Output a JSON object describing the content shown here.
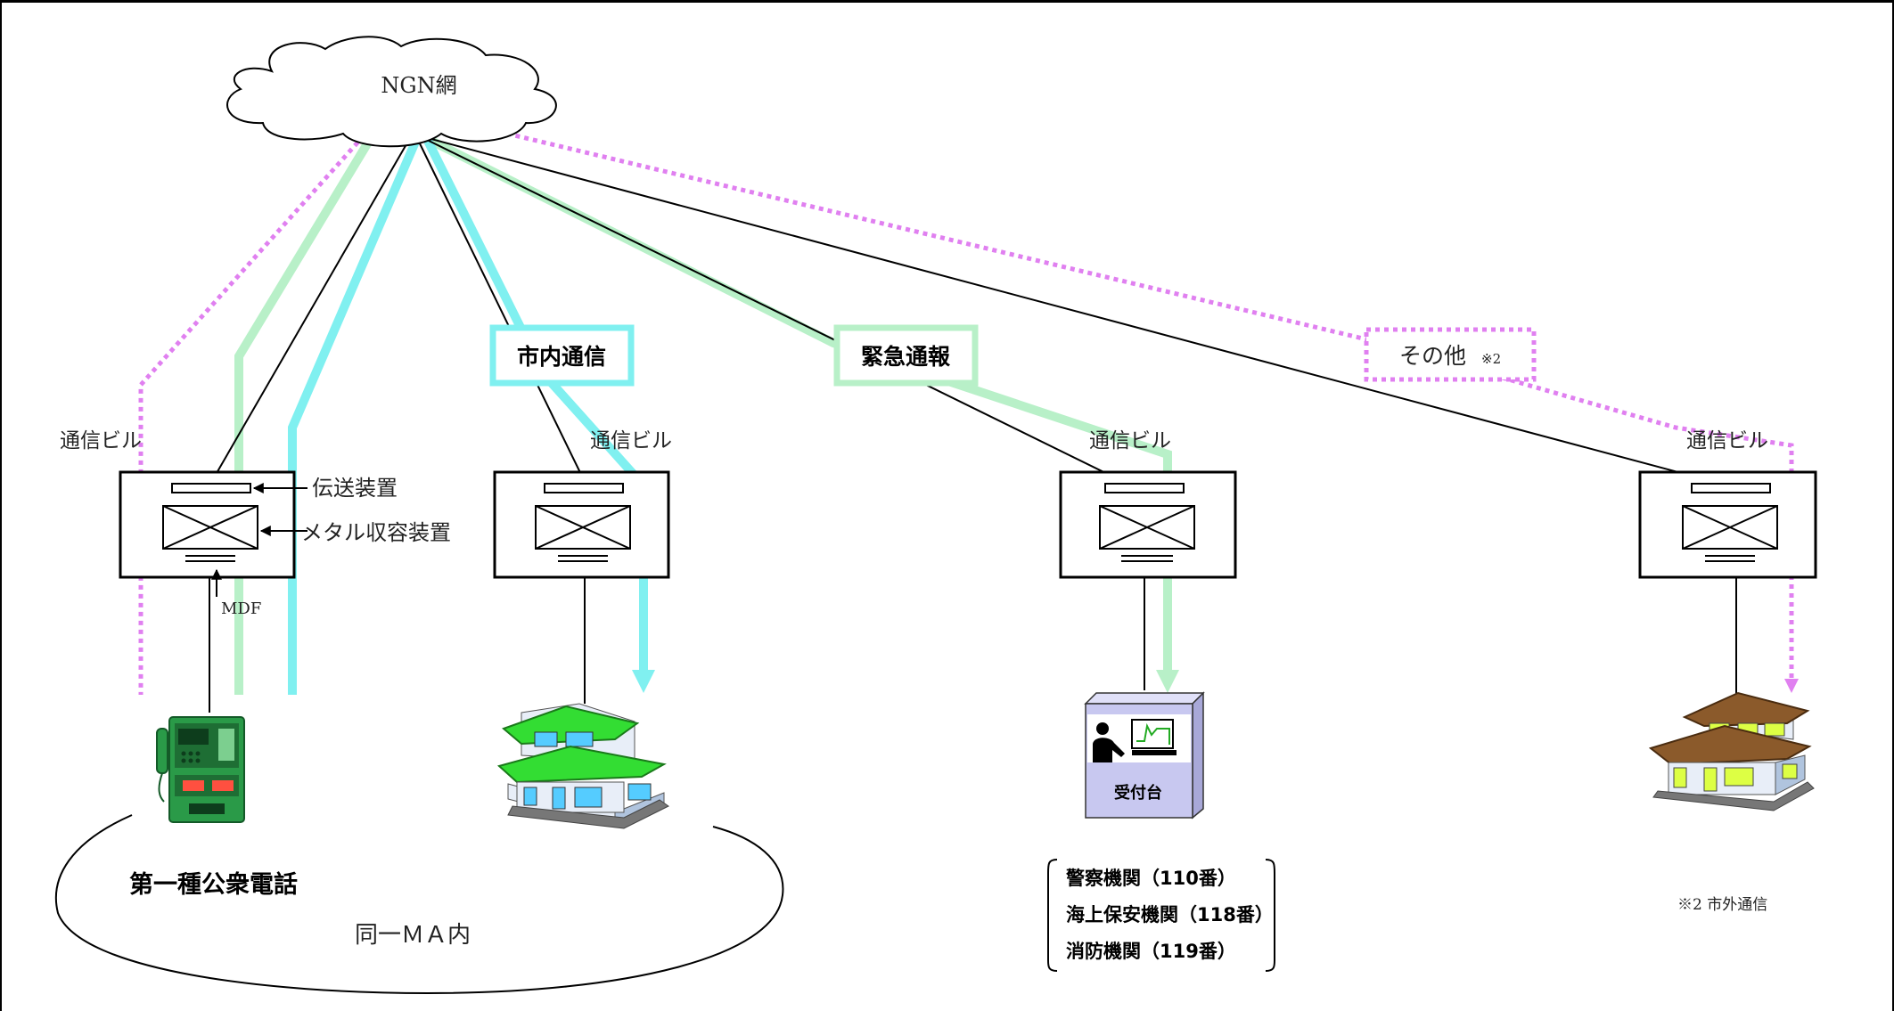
{
  "network": {
    "label": "NGN網"
  },
  "buildings": {
    "left": "通信ビル",
    "city": "通信ビル",
    "emergency": "通信ビル",
    "other": "通信ビル"
  },
  "equipment": {
    "transmission": "伝送装置",
    "metal": "メタル収容装置",
    "mdf": "MDF"
  },
  "routes": {
    "local": "市内通信",
    "emergency": "緊急通報",
    "other": "その他",
    "other_note_mark": "※2"
  },
  "reception": {
    "label": "受付台"
  },
  "emergency_services": [
    "警察機関（110番）",
    "海上保安機関（118番）",
    "消防機関（119番）"
  ],
  "area": {
    "phone": "第一種公衆電話",
    "ma": "同一ＭＡ内"
  },
  "footnote": "※2 市外通信",
  "colors": {
    "local_route": "#80f0f0",
    "emergency_route": "#b8f0c8",
    "other_route": "#e080f0",
    "phone_green": "#2a9a48",
    "house_green": "#33dd33",
    "house_brown": "#8b5a2b",
    "house_yellow": "#ddff44",
    "terminal": "#c8c8f0"
  },
  "icons": [
    "cloud-icon",
    "payphone-icon",
    "house-icon",
    "reception-terminal-icon",
    "arrow-icon"
  ]
}
